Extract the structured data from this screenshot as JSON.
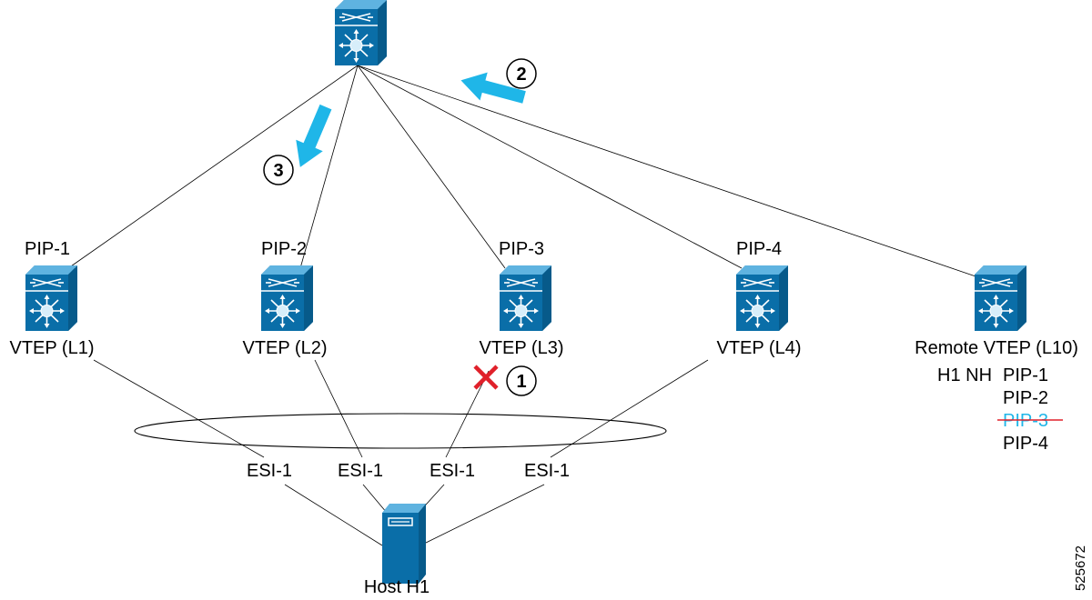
{
  "colors": {
    "device": "#0a6ea8",
    "device_light": "#5fb3e0",
    "arrow": "#1fb6e8",
    "fail_x": "#e0202a",
    "withdrawn_text": "#1fb6e8",
    "strike": "#e0202a"
  },
  "spine": {
    "icon": "nexus-switch-icon"
  },
  "leaves": [
    {
      "pip": "PIP-1",
      "vtep": "VTEP (L1)",
      "icon": "nexus-switch-icon"
    },
    {
      "pip": "PIP-2",
      "vtep": "VTEP (L2)",
      "icon": "nexus-switch-icon"
    },
    {
      "pip": "PIP-3",
      "vtep": "VTEP (L3)",
      "icon": "nexus-switch-icon"
    },
    {
      "pip": "PIP-4",
      "vtep": "VTEP (L4)",
      "icon": "nexus-switch-icon"
    }
  ],
  "remote": {
    "label": "Remote VTEP (L10)",
    "nh_prefix": "H1 NH",
    "next_hops": [
      {
        "text": "PIP-1",
        "withdrawn": false
      },
      {
        "text": "PIP-2",
        "withdrawn": false
      },
      {
        "text": "PIP-3",
        "withdrawn": true
      },
      {
        "text": "PIP-4",
        "withdrawn": false
      }
    ],
    "icon": "nexus-switch-icon"
  },
  "esi_labels": [
    "ESI-1",
    "ESI-1",
    "ESI-1",
    "ESI-1"
  ],
  "host": {
    "label": "Host H1",
    "icon": "server-icon"
  },
  "steps": [
    "1",
    "2",
    "3"
  ],
  "figure_id": "525672"
}
